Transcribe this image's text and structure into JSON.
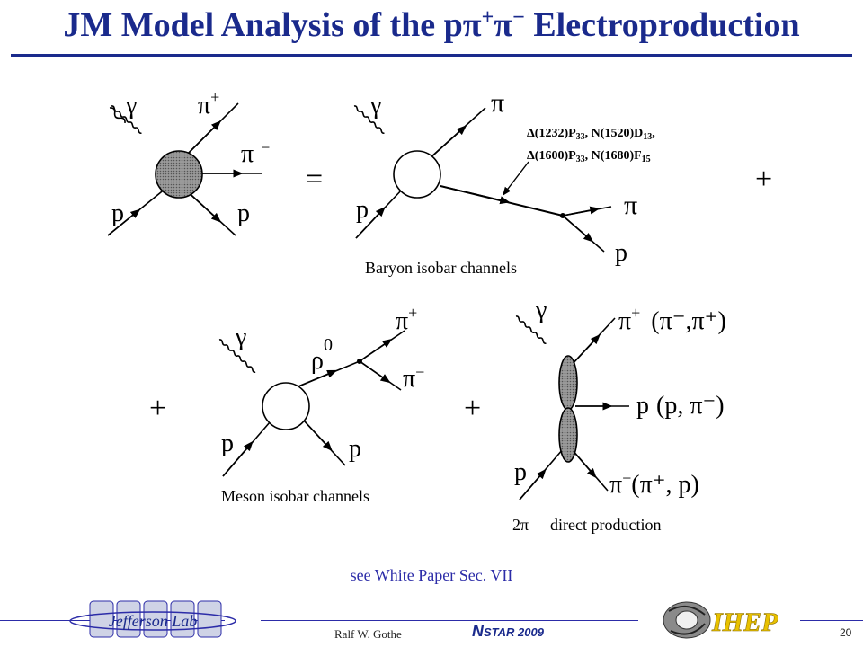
{
  "slide": {
    "title_pre": "JM Model Analysis of the p",
    "title_post": " Electroproduction",
    "see_note": "see White Paper Sec. VII",
    "page_number": "20"
  },
  "footer": {
    "author": "Ralf  W. Gothe",
    "conference_n": "N",
    "conference_rest": "STAR 2009",
    "left_logo": "Jefferson Lab",
    "right_logo": "IHEP"
  },
  "diagram": {
    "gamma": "γ",
    "pi": "π",
    "p": "p",
    "rho": "ρ",
    "zero": "0",
    "plus": "+",
    "minus": "−",
    "equals": "=",
    "two_pi": "2π",
    "baryon_caption": "Baryon isobar channels",
    "meson_caption": "Meson isobar channels",
    "direct_caption": "direct production",
    "resonances_line1": "Δ(1232)P33, N(1520)D13,",
    "resonances_line2": "Δ(1600)P33, N(1680)F15",
    "direct_top_alt": "(π⁻,π⁺)",
    "direct_mid_alt": "(p, π⁻)",
    "direct_bot_alt": "(π⁺, p)"
  }
}
